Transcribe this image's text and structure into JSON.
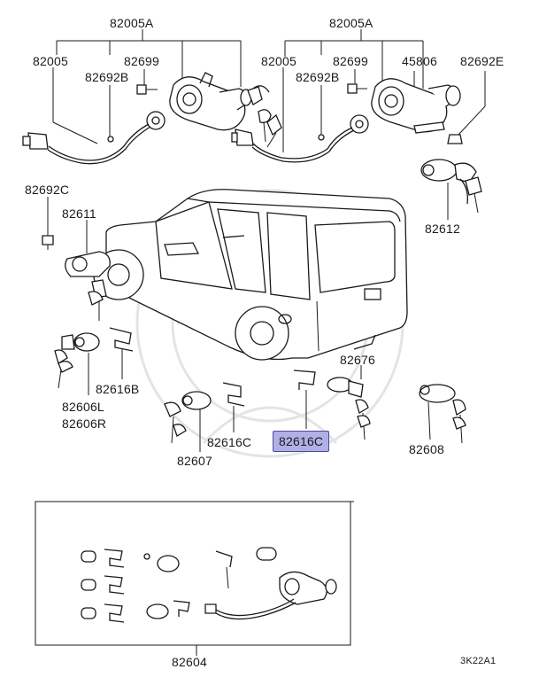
{
  "labels": {
    "l1_82005a": "82005A",
    "l1_82005": "82005",
    "l1_82699": "82699",
    "l1_82692b": "82692B",
    "r1_82005a": "82005A",
    "r1_82005": "82005",
    "r1_82699": "82699",
    "r1_45806": "45806",
    "r1_82692e": "82692E",
    "r1_82692b": "82692B",
    "p82692c": "82692C",
    "p82611": "82611",
    "p82612": "82612",
    "p82616b": "82616B",
    "p82606l": "82606L",
    "p82606r": "82606R",
    "p82616c_left": "82616C",
    "p82616c_hl": "82616C",
    "p82607": "82607",
    "p82676": "82676",
    "p82608": "82608",
    "p82604": "82604",
    "diagram_code": "3K22A1"
  },
  "colors": {
    "highlight_fill": "#b0b0e6",
    "highlight_border": "#4a4aa0",
    "line": "#1a1a1a"
  }
}
